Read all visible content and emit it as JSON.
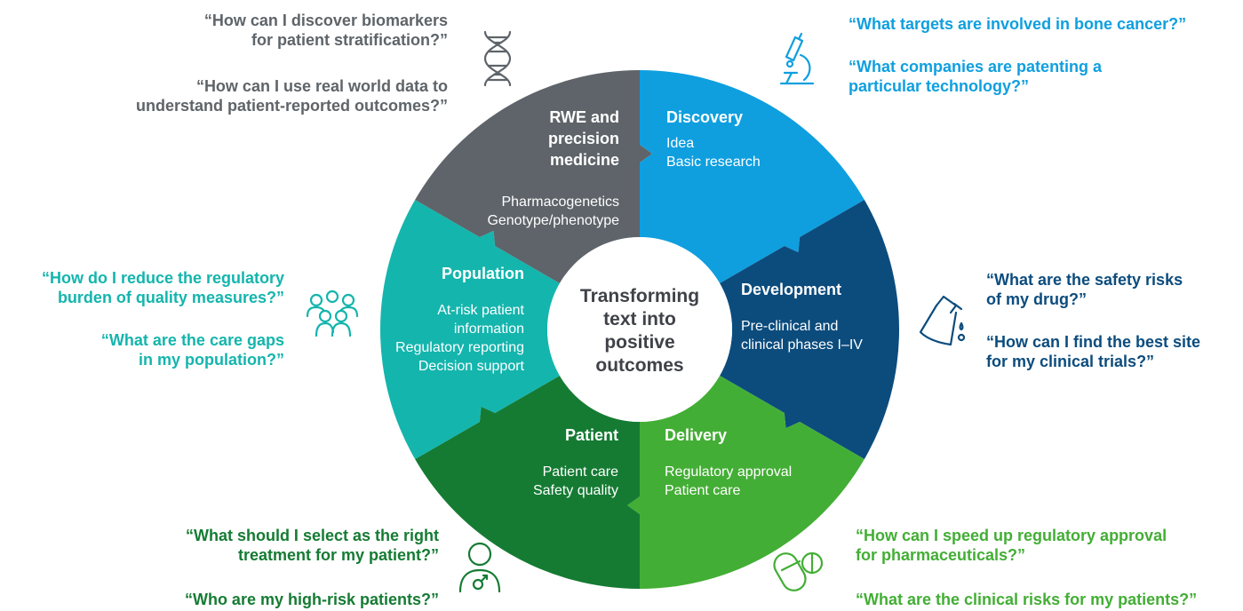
{
  "center": {
    "lines": [
      "Transforming",
      "text into",
      "positive",
      "outcomes"
    ]
  },
  "segments": [
    {
      "id": "discovery",
      "title": [
        "Discovery"
      ],
      "details": [
        "Idea",
        "Basic research"
      ],
      "color": "#0f9fdf",
      "icon": "microscope-icon",
      "questions": [
        "“What targets are involved in bone cancer?”",
        "“What companies are patenting a\nparticular technology?”"
      ]
    },
    {
      "id": "development",
      "title": [
        "Development"
      ],
      "details": [
        "Pre-clinical and",
        "clinical phases I–IV"
      ],
      "color": "#0c4c7d",
      "icon": "flask-icon",
      "questions": [
        "“What are the safety risks\nof my drug?”",
        "“How can I find the best site\nfor my clinical trials?”"
      ]
    },
    {
      "id": "delivery",
      "title": [
        "Delivery"
      ],
      "details": [
        "Regulatory approval",
        "Patient care"
      ],
      "color": "#43ae35",
      "icon": "pill-icon",
      "questions": [
        "“How can I speed up regulatory approval\nfor pharmaceuticals?”",
        "“What are the clinical risks for my patients?”"
      ]
    },
    {
      "id": "patient",
      "title": [
        "Patient"
      ],
      "details": [
        "Patient care",
        "Safety quality"
      ],
      "color": "#157b33",
      "icon": "patient-icon",
      "questions": [
        "“What should I select as the right\ntreatment for my patient?”",
        "“Who are my high-risk patients?”"
      ]
    },
    {
      "id": "population",
      "title": [
        "Population"
      ],
      "details": [
        "At-risk patient",
        "information",
        "Regulatory reporting",
        "Decision support"
      ],
      "color": "#14b5ad",
      "icon": "group-icon",
      "questions": [
        "“How do I reduce the regulatory\nburden of quality measures?”",
        "“What are the care gaps\nin my population?”"
      ]
    },
    {
      "id": "rwe",
      "title": [
        "RWE and",
        "precision",
        "medicine"
      ],
      "details": [
        "Pharmacogenetics",
        "Genotype/phenotype"
      ],
      "color": "#5e6469",
      "icon": "dna-icon",
      "questions": [
        "“How can I discover biomarkers\nfor patient stratification?”",
        "“How can I use real world data to\nunderstand patient-reported outcomes?”"
      ]
    }
  ]
}
